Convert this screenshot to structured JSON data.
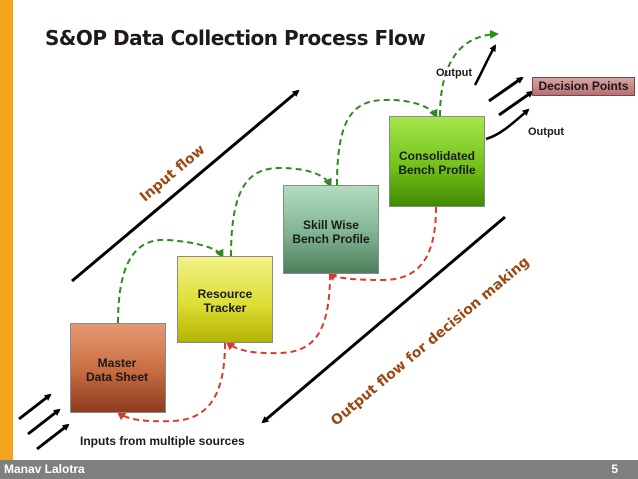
{
  "title": "S&OP Data Collection Process Flow",
  "boxes": {
    "master": "Master\nData Sheet",
    "resource": "Resource\nTracker",
    "skill": "Skill Wise\nBench Profile",
    "consolidated": "Consolidated\nBench Profile"
  },
  "labels": {
    "input_flow": "Input flow",
    "output_flow": "Output flow for decision making",
    "inputs": "Inputs from multiple sources",
    "output_top": "Output",
    "output_bottom": "Output",
    "decision_points": "Decision Points"
  },
  "footer": {
    "author": "Manav Lalotra",
    "page": "5"
  },
  "colors": {
    "accent_stripe": "#f5a51c",
    "green_arrow": "#2e8b1e",
    "red_arrow": "#d93a2b",
    "footer_bar": "#7f7f7f"
  }
}
